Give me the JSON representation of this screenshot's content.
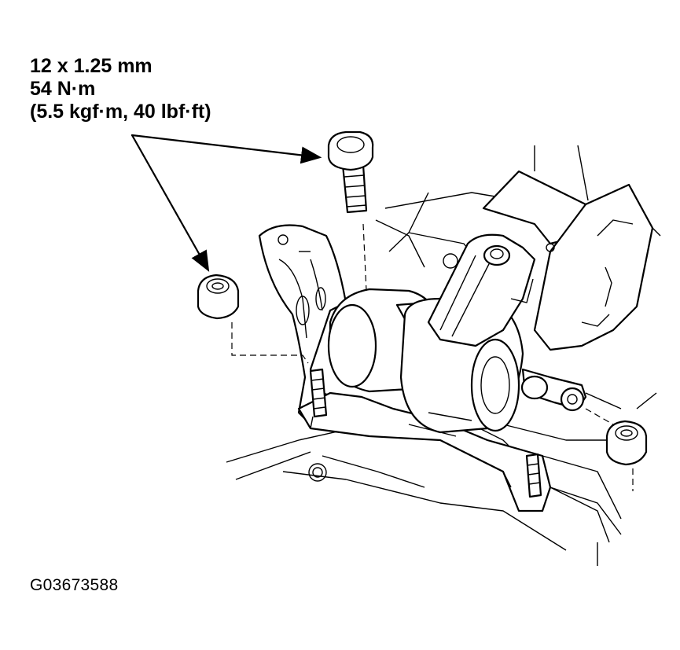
{
  "torque_spec": {
    "size": "12 x 1.25 mm",
    "torque_nm": "54 N·m",
    "torque_alt": "(5.5 kgf·m, 40 lbf·ft)"
  },
  "figure_id": "G03673588"
}
